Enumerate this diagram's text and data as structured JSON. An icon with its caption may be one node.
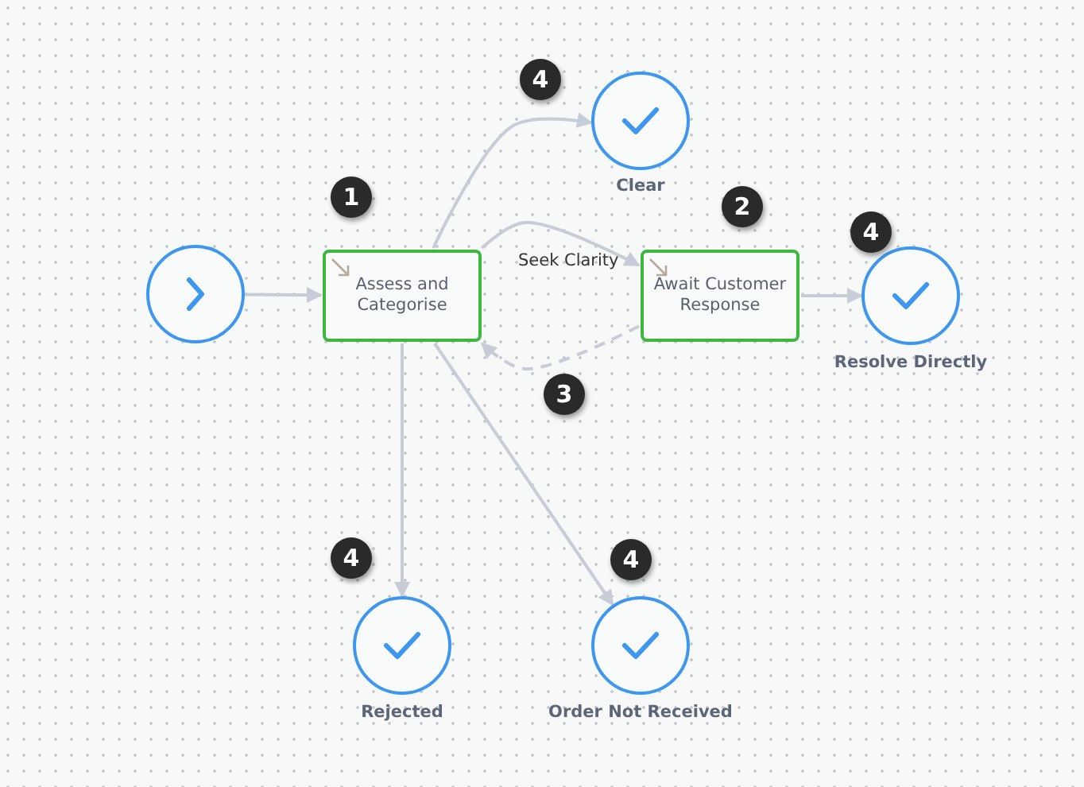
{
  "diagram": {
    "nodes": [
      {
        "text": [],
        "shape": "circle"
      },
      {
        "text": [
          "Assess and Categorise"
        ]
      },
      {
        "text": [
          "Await Customer Response"
        ]
      },
      {
        "text": [
          "Clear"
        ]
      },
      {
        "text": [
          "Resolve Directly"
        ]
      },
      {
        "text": [
          "Rejected"
        ]
      },
      {
        "text": [
          "Order Not Received"
        ]
      }
    ],
    "edges": [
      {
        "from": 0,
        "to": 1,
        "arrow": "to"
      },
      {
        "from": 1,
        "to": 3,
        "arrow": "to"
      },
      {
        "from": 1,
        "to": 2,
        "arrow": "to",
        "label": "Seek Clarity"
      },
      {
        "from": 2,
        "to": 1,
        "arrow": "to",
        "style": "dashed"
      },
      {
        "from": 2,
        "to": 4,
        "arrow": "to"
      },
      {
        "from": 1,
        "to": 5,
        "arrow": "to"
      },
      {
        "from": 1,
        "to": 6,
        "arrow": "to"
      }
    ],
    "labels": [
      "4",
      "1",
      "2",
      "4",
      "3",
      "4",
      "4"
    ]
  }
}
